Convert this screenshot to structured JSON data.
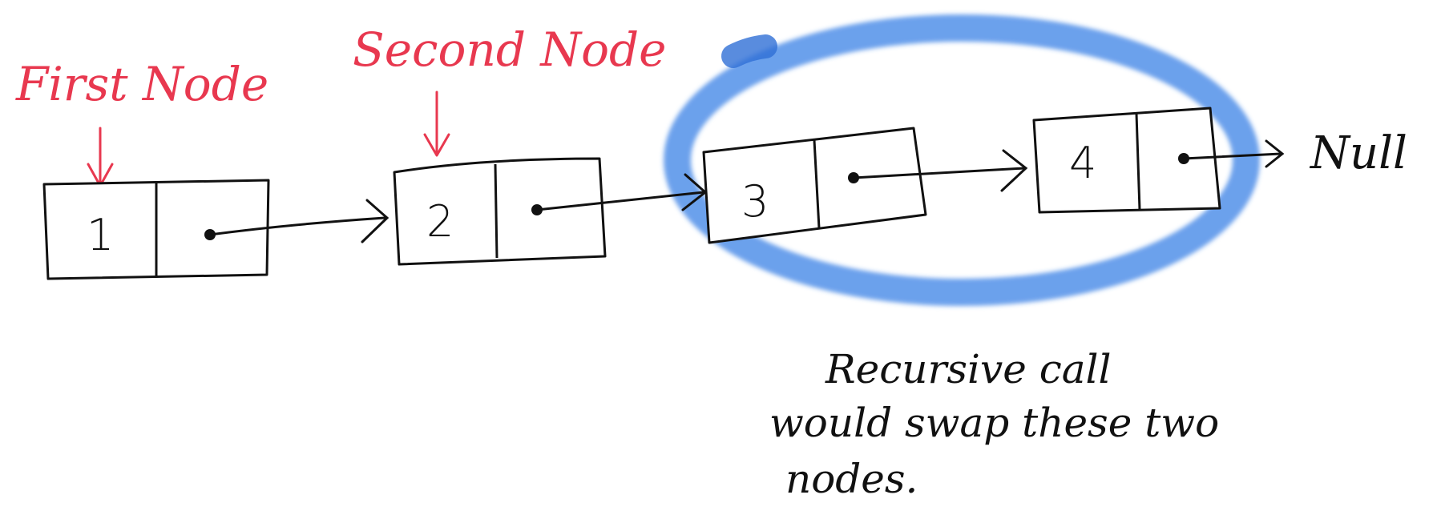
{
  "labels": {
    "first_node": "First Node",
    "second_node": "Second Node",
    "null": "Null"
  },
  "nodes": [
    {
      "value": "1"
    },
    {
      "value": "2"
    },
    {
      "value": "3"
    },
    {
      "value": "4"
    }
  ],
  "annotation": {
    "line1": "Recursive call",
    "line2": "would swap these two",
    "line3": "nodes."
  },
  "colors": {
    "label_red": "#e8384f",
    "highlight_blue": "#3b82e6",
    "ink": "#111111"
  }
}
